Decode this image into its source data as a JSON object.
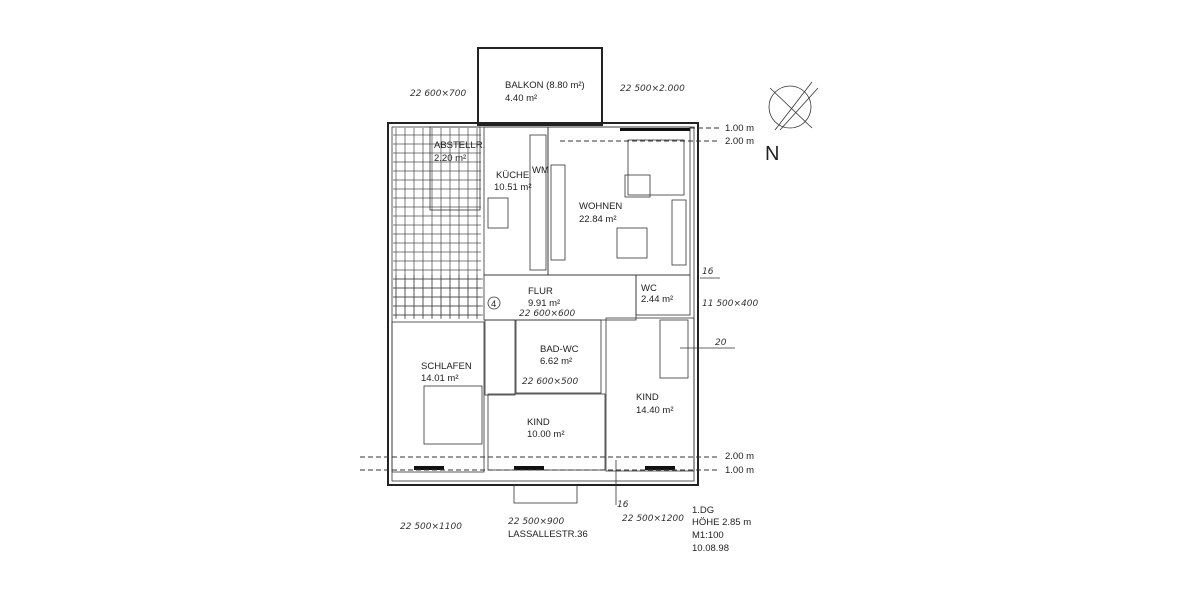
{
  "plan": {
    "rooms": {
      "balkon": {
        "name": "BALKON (8.80 m²)",
        "area": "4.40 m²"
      },
      "abstellraum": {
        "name": "ABSTELLR.",
        "area": "2.20 m²"
      },
      "kueche": {
        "name": "KÜCHE",
        "area": "10.51 m²",
        "wm": "WM"
      },
      "wohnen": {
        "name": "WOHNEN",
        "area": "22.84 m²"
      },
      "flur": {
        "name": "FLUR",
        "area": "9.91 m²"
      },
      "wc": {
        "name": "WC",
        "area": "2.44 m²"
      },
      "schlafen": {
        "name": "SCHLAFEN",
        "area": "14.01 m²"
      },
      "bad": {
        "name": "BAD-WC",
        "area": "6.62 m²"
      },
      "kind_small": {
        "name": "KIND",
        "area": "10.00 m²"
      },
      "kind_large": {
        "name": "KIND",
        "area": "14.40 m²"
      }
    },
    "handwritten": {
      "balkon_left": "22 600×700",
      "balkon_right": "22 500×2.000",
      "flur_window": "22 600×600",
      "bad_window": "22 600×500",
      "wc_window": "11 500×400",
      "mark_16_top": "16",
      "mark_20": "20",
      "mark_16_bottom": "16",
      "bottom_left": "22 500×1100",
      "bottom_mid": "22 500×900",
      "bottom_right": "22 500×1200"
    },
    "dimensions": {
      "top_1": "1.00 m",
      "top_2": "2.00 m",
      "bottom_2": "2.00 m",
      "bottom_1": "1.00 m"
    },
    "stair_number": "4",
    "north_label": "N",
    "address": "LASSALLESTR.36",
    "info": {
      "floor": "1.DG",
      "height": "HÖHE 2.85 m",
      "scale": "M1:100",
      "date": "10.08.98"
    }
  }
}
